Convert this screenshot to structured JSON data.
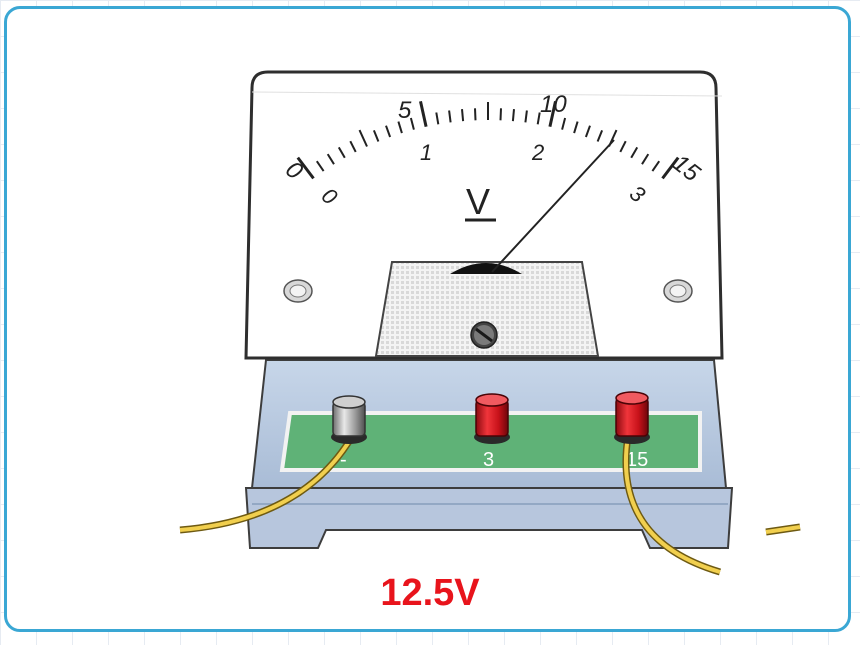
{
  "meter": {
    "unit_symbol": "V",
    "scale_15": [
      "0",
      "5",
      "10",
      "15"
    ],
    "scale_3": [
      "0",
      "1",
      "2",
      "3"
    ],
    "terminal_labels": [
      "-",
      "3",
      "15"
    ],
    "needle_reading_on_15_scale": 12.5
  },
  "reading_text": "12.5V",
  "colors": {
    "frame_border": "#3aa7d4",
    "reading_text": "#e8141c",
    "terminal_panel": "#5fb277",
    "wire": "#f1cf4e",
    "red_terminal": "#d4141b"
  }
}
